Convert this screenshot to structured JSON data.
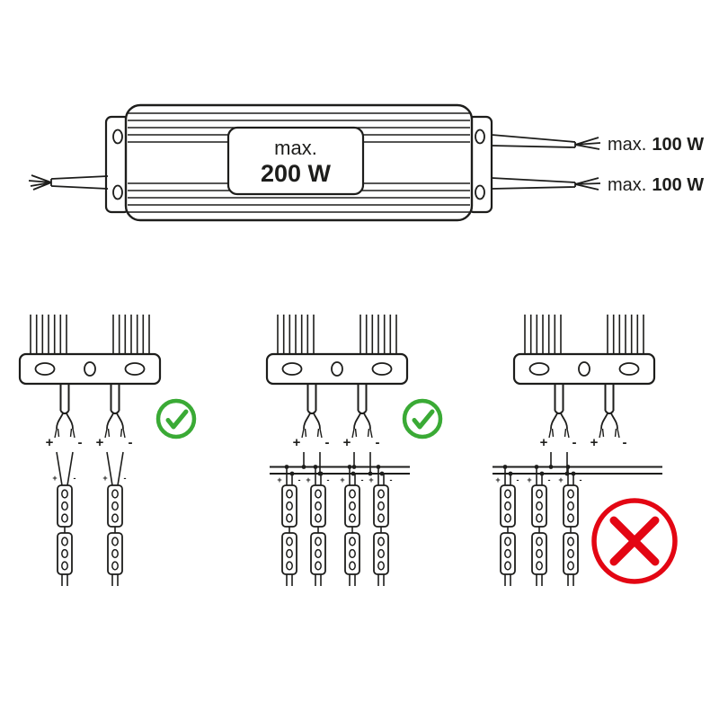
{
  "psu": {
    "center_label": {
      "prefix": "max.",
      "value": "200 W"
    },
    "outputs": [
      {
        "prefix": "max.",
        "value": "100 W"
      },
      {
        "prefix": "max.",
        "value": "100 W"
      }
    ]
  },
  "polarity": {
    "plus": "+",
    "minus": "-"
  },
  "scenarios": [
    {
      "id": "two-strips-direct-per-output",
      "verdict": "allowed",
      "icon": "check"
    },
    {
      "id": "bus-with-four-strips-both-outputs",
      "verdict": "allowed",
      "icon": "check"
    },
    {
      "id": "bus-with-three-strips-single-output",
      "verdict": "not-allowed",
      "icon": "cross"
    }
  ],
  "colors": {
    "line": "#1d1d1b",
    "check_green": "#3aaa35",
    "cross_red": "#e30613",
    "background": "#ffffff"
  }
}
